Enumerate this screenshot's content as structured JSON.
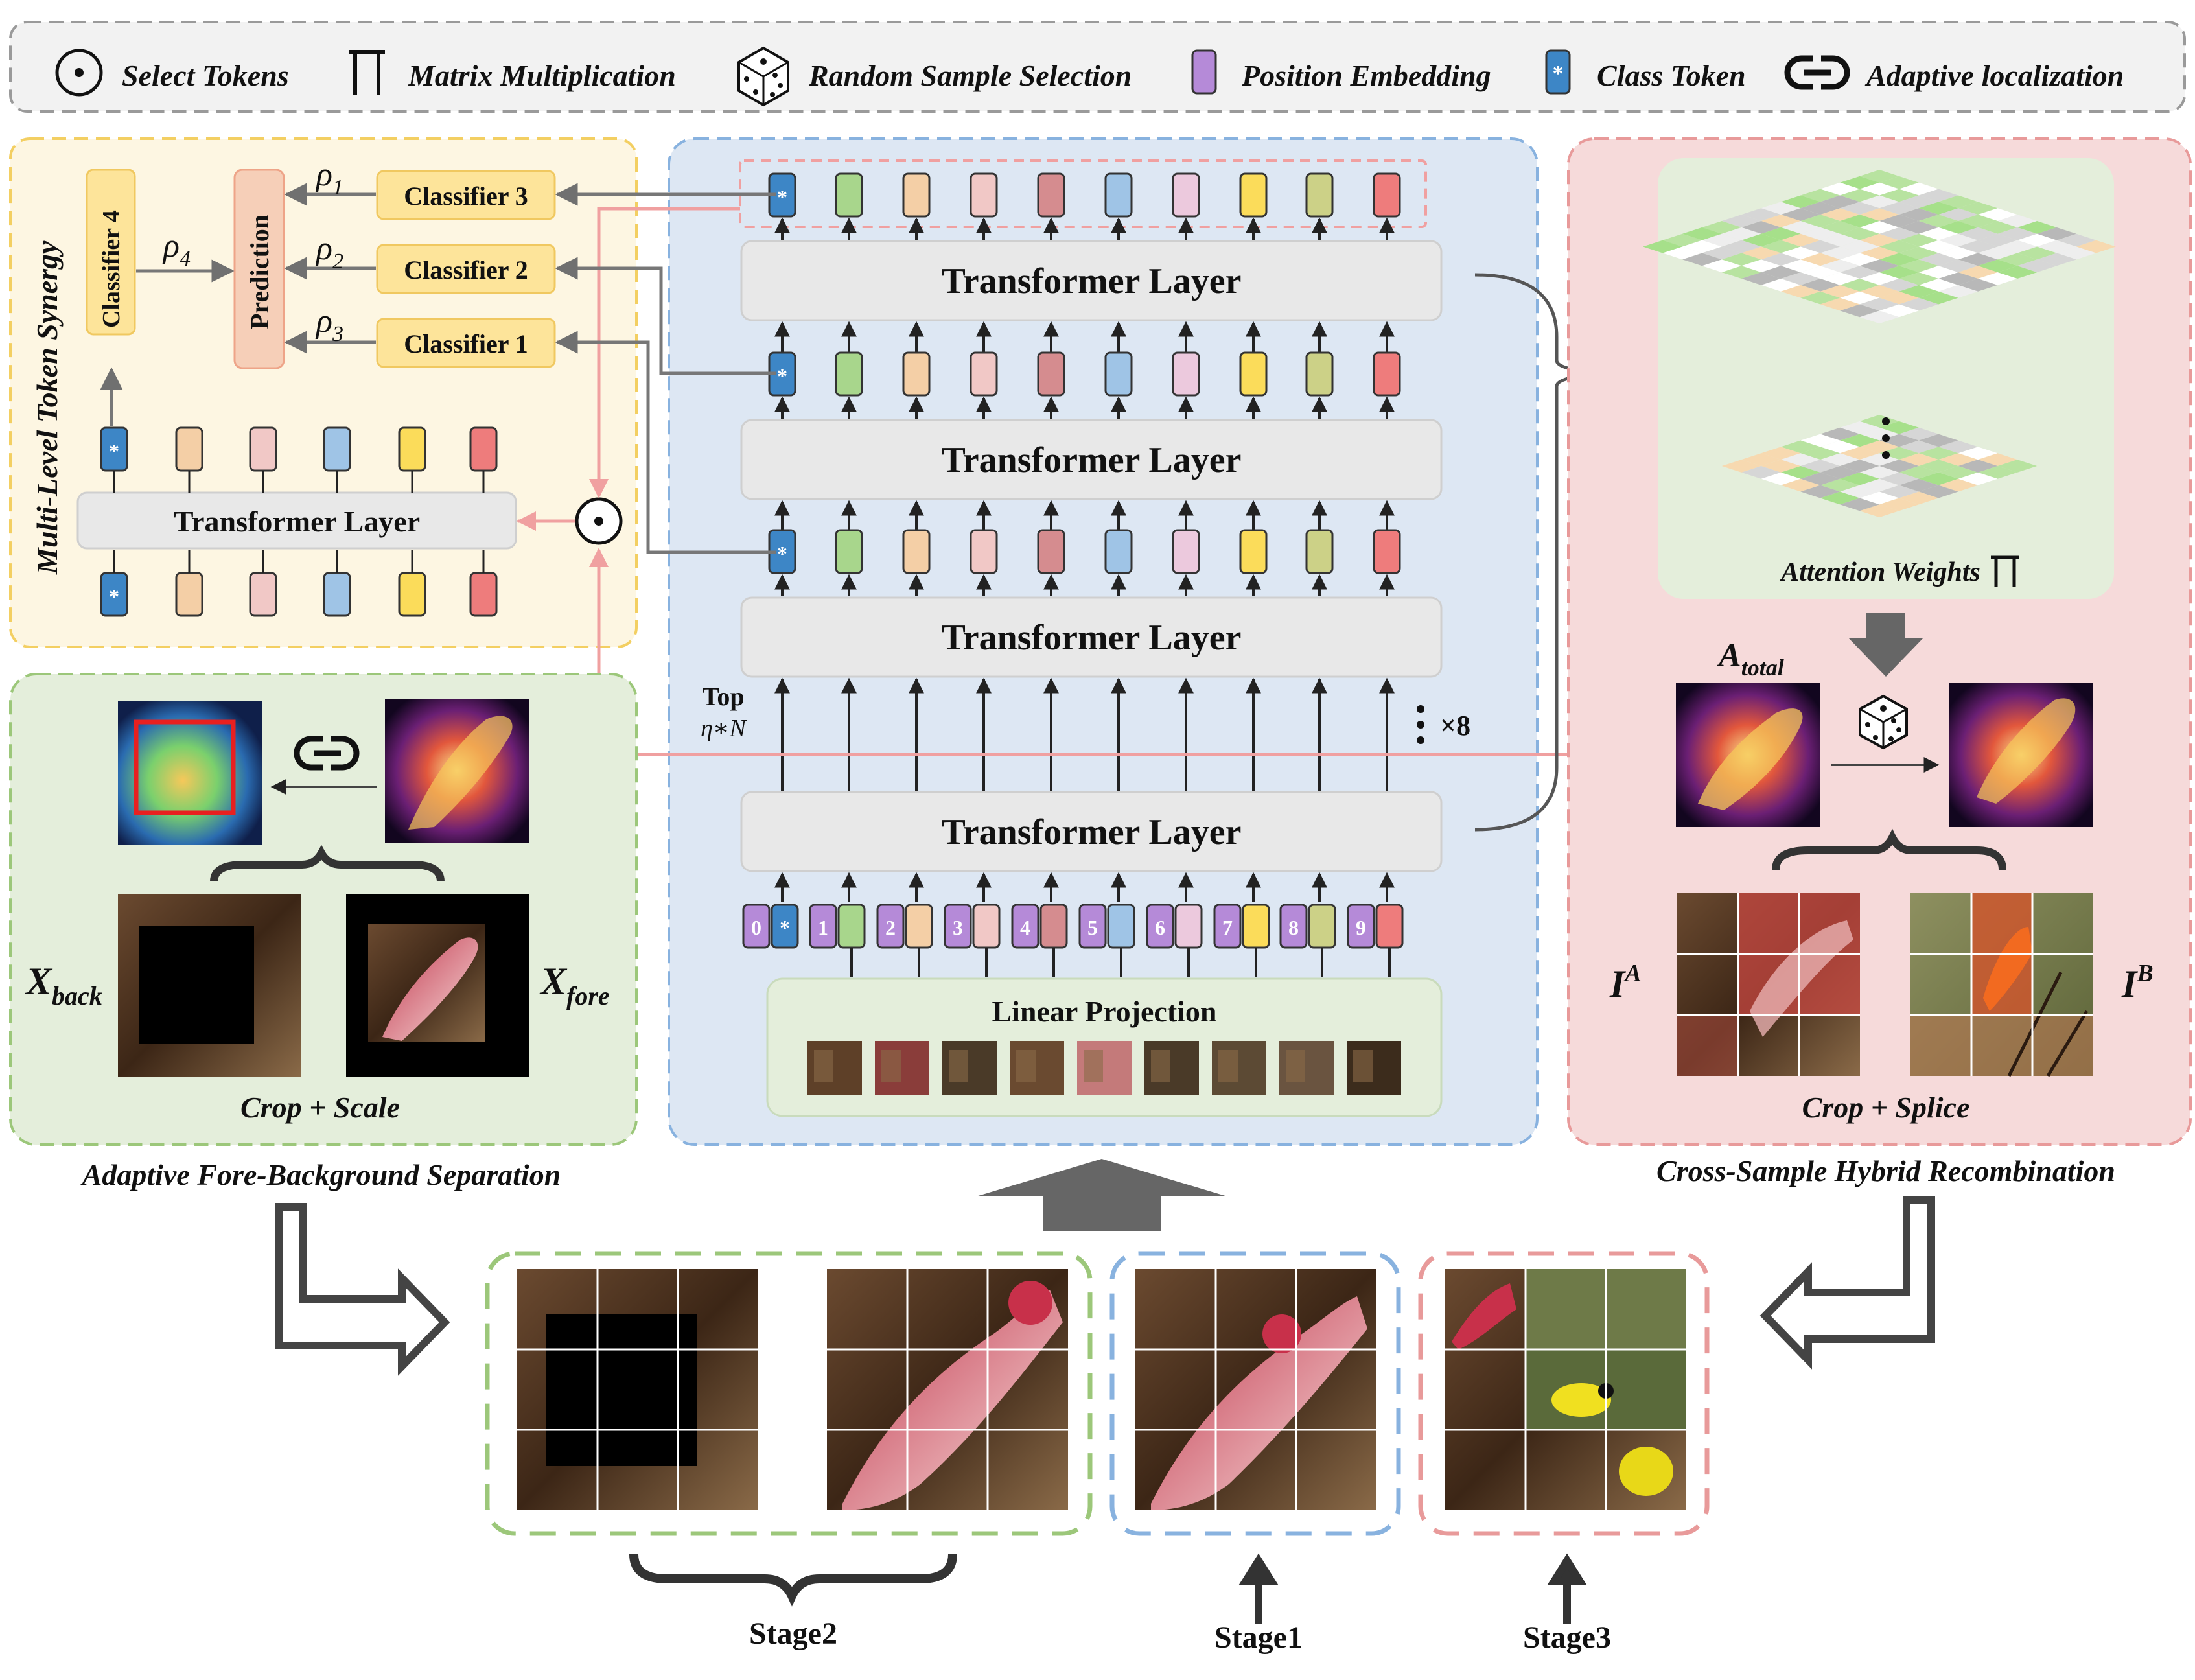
{
  "legend": {
    "items": [
      {
        "label": "Select Tokens",
        "icon": "circle-dot-icon"
      },
      {
        "label": "Matrix Multiplication",
        "icon": "product-icon"
      },
      {
        "label": "Random Sample Selection",
        "icon": "dice-icon"
      },
      {
        "label": "Position Embedding",
        "icon": "purple-token-icon"
      },
      {
        "label": "Class Token",
        "icon": "blue-token-icon"
      },
      {
        "label": "Adaptive localization",
        "icon": "link-icon"
      }
    ]
  },
  "synergy": {
    "title": "Multi-Level Token Synergy",
    "classifiers": [
      "Classifier 3",
      "Classifier 2",
      "Classifier 1"
    ],
    "classifier4": "Classifier 4",
    "prediction": "Prediction",
    "rho": [
      {
        "base": "ρ",
        "sub": "1"
      },
      {
        "base": "ρ",
        "sub": "2"
      },
      {
        "base": "ρ",
        "sub": "3"
      },
      {
        "base": "ρ",
        "sub": "4"
      }
    ],
    "transformer": "Transformer Layer",
    "class_star": "*"
  },
  "backbone": {
    "layers": [
      "Transformer Layer",
      "Transformer Layer",
      "Transformer Layer",
      "Transformer Layer"
    ],
    "topk_line1": "Top",
    "topk_line2": "η∗N",
    "repeat": "×8",
    "linear_projection": "Linear Projection",
    "position_numbers": [
      "0",
      "1",
      "2",
      "3",
      "4",
      "5",
      "6",
      "7",
      "8",
      "9"
    ],
    "class_star": "*"
  },
  "recombination": {
    "attention_label": "Attention  Weights",
    "a_total_base": "A",
    "a_total_sub": "total",
    "ia_base": "I",
    "ia_sup": "A",
    "ib_base": "I",
    "ib_sup": "B",
    "crop_splice": "Crop + Splice",
    "title": "Cross-Sample Hybrid Recombination"
  },
  "separation": {
    "x_back_base": "X",
    "x_back_sub": "back",
    "x_fore_base": "X",
    "x_fore_sub": "fore",
    "crop_scale": "Crop + Scale",
    "title": "Adaptive Fore-Background Separation"
  },
  "stages": {
    "stage1": "Stage1",
    "stage2": "Stage2",
    "stage3": "Stage3"
  },
  "colors": {
    "class_token": "#3d86c6",
    "position_embedding": "#b58ad8",
    "yellow_panel": "#fdf6e2",
    "blue_panel": "#dde7f3",
    "red_panel": "#f6dada",
    "green_panel": "#e4eedb",
    "classifier_fill": "#fde49a",
    "prediction_fill": "#f6cfb8"
  }
}
